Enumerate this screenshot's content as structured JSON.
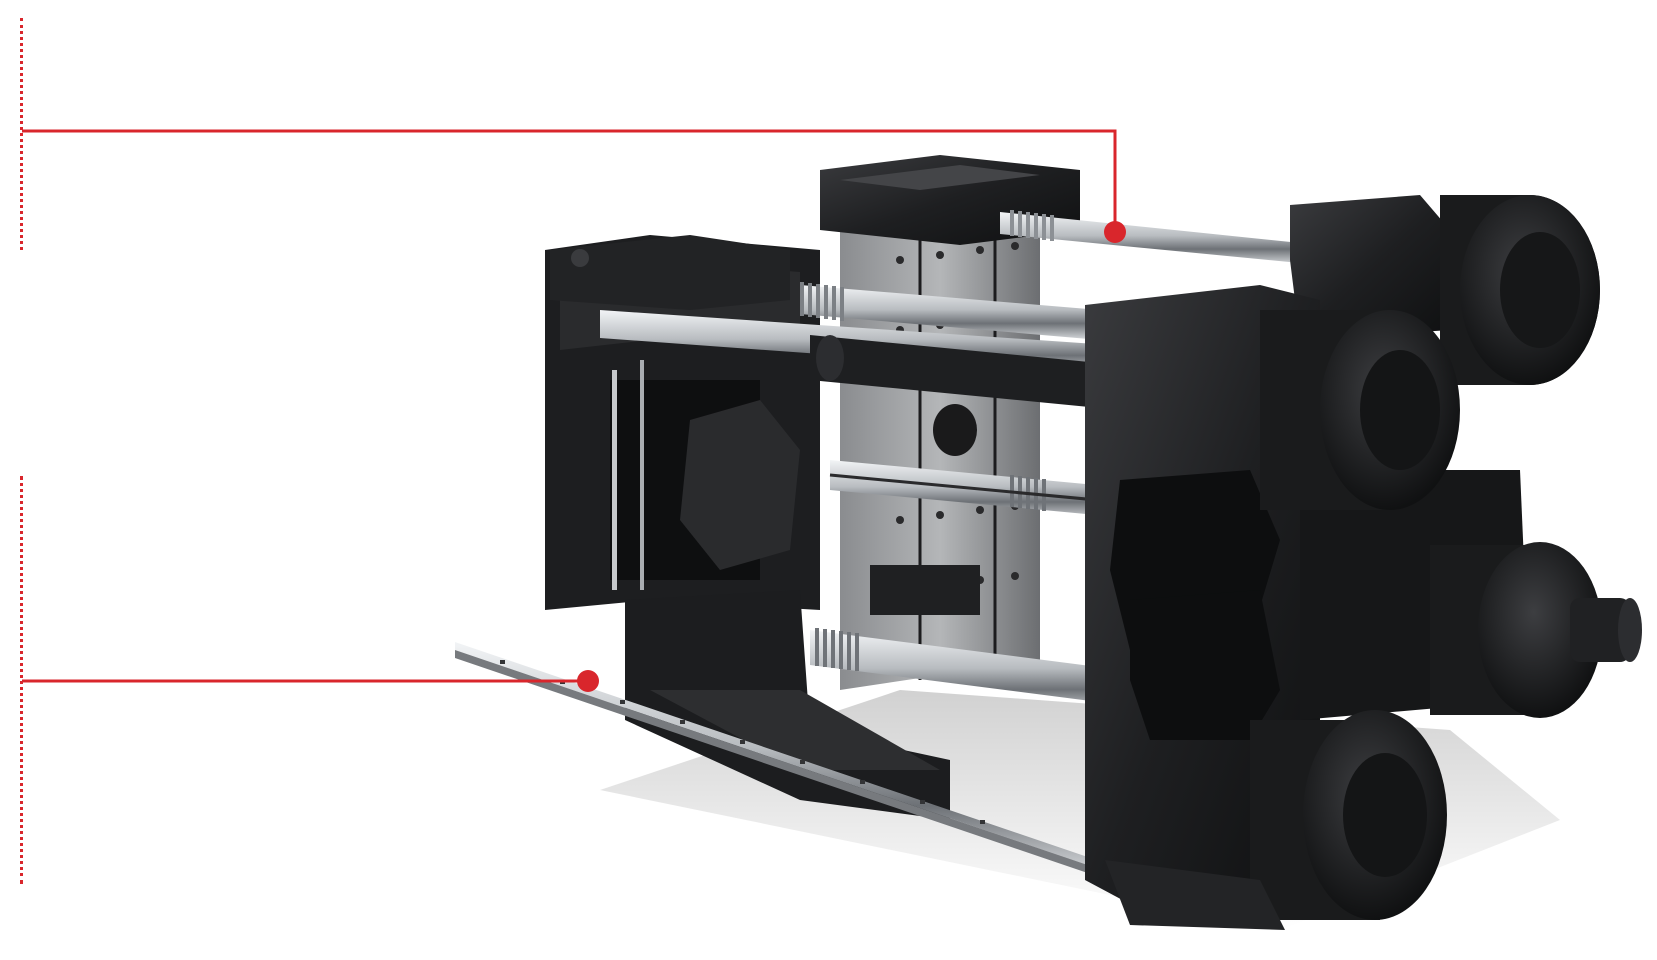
{
  "figure": {
    "subject": "injection-molding-machine-clamping-unit",
    "accent_color": "#d9262c",
    "body_color": "#1c1c1e",
    "steel_color": "#c9cdd1",
    "callouts": [
      {
        "id": "ball-screw-callout",
        "label": ""
      },
      {
        "id": "linear-guide-callout",
        "label": ""
      }
    ]
  }
}
